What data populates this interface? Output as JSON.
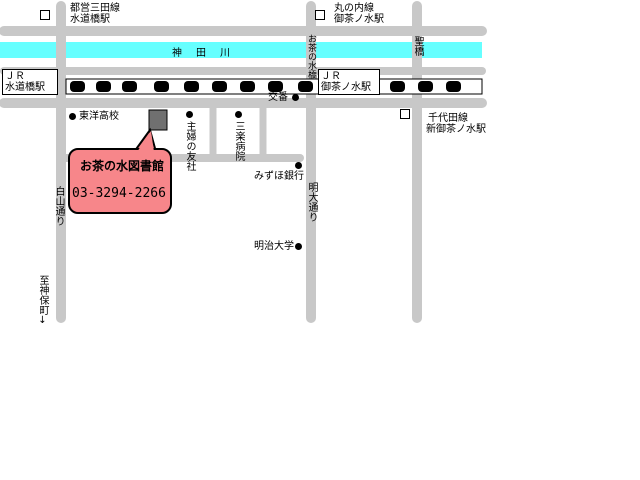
{
  "stations": {
    "toei_mita": "都営三田線",
    "suidobashi_subway": "水道橋駅",
    "marunouchi": "丸の内線",
    "ochanomizu_subway": "御茶ノ水駅",
    "jr_suidobashi_jr": "ＪＲ",
    "jr_suidobashi_name": "水道橋駅",
    "jr_ochanomizu_jr": "ＪＲ",
    "jr_ochanomizu_name": "御茶ノ水駅",
    "chiyoda_line": "千代田線",
    "shin_ochanomizu": "新御茶ノ水駅"
  },
  "water": {
    "river": "神田川",
    "bridge_ochanomizu": "お茶の水橋",
    "bridge_hijiri": "聖橋"
  },
  "landmarks": {
    "koban": "交番",
    "toyo_high": "東洋高校",
    "shufu_no_tomo": "主婦の友社",
    "sanraku_hospital": "三楽病院",
    "mizuho": "みずほ銀行",
    "meiji_univ": "明治大学"
  },
  "streets": {
    "hakusan": "白山通り",
    "meidai": "明大通り",
    "to_jimbocho": "至神保町↓"
  },
  "library": {
    "name": "お茶の水図書館",
    "tel": "03-3294-2266"
  },
  "colors": {
    "road": "#c8c8c8",
    "river": "#66ffff",
    "callout": "#f7868a",
    "building": "#707070"
  }
}
